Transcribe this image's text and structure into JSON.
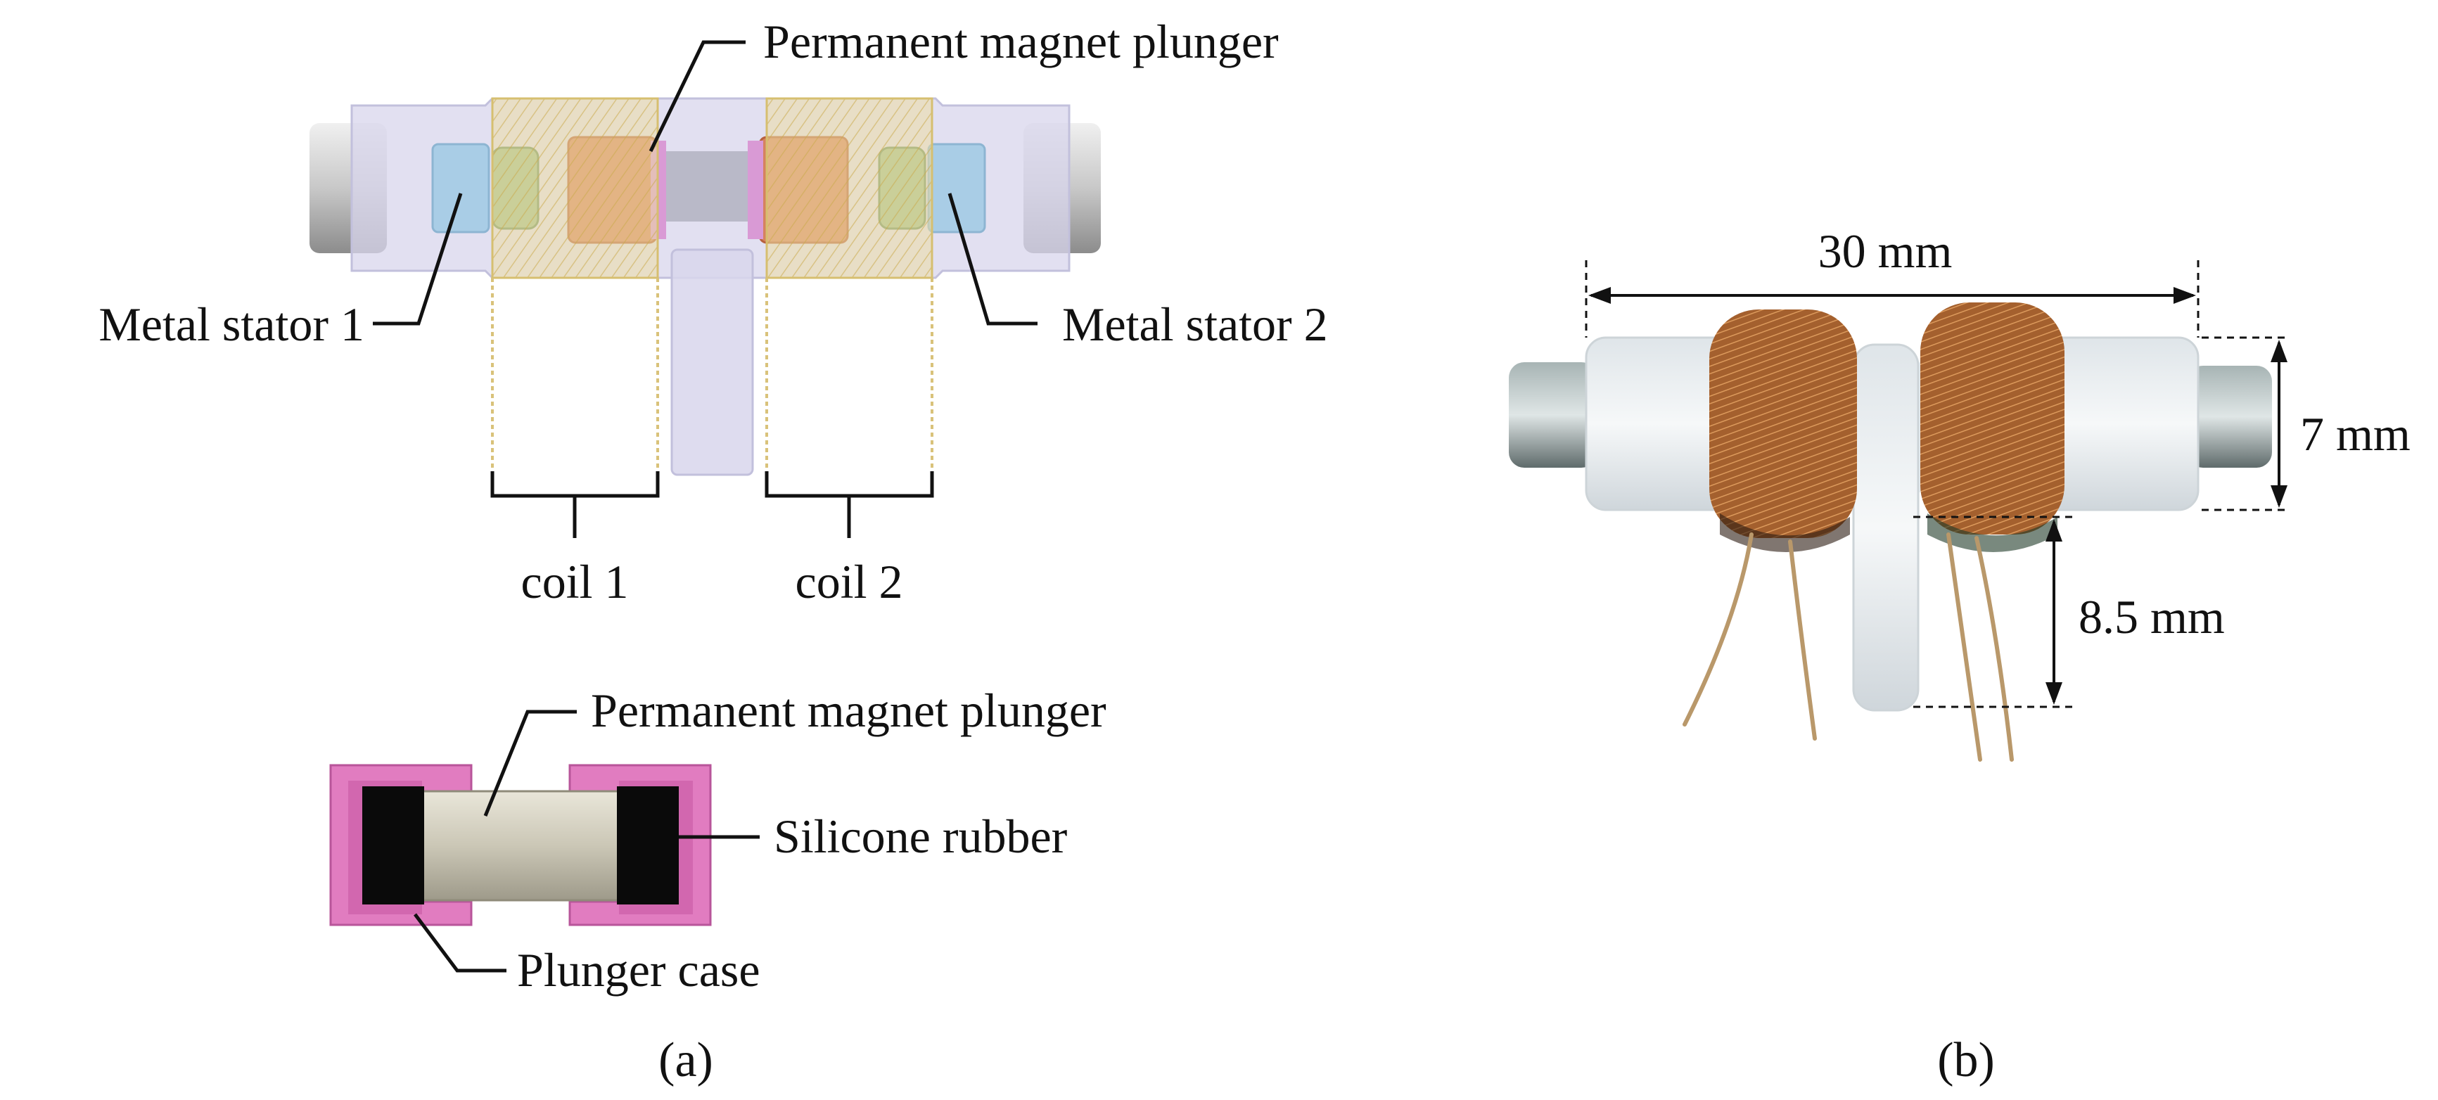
{
  "panel_a": {
    "top": {
      "magnet_label": "Permanent magnet plunger",
      "stator1_label": "Metal stator 1",
      "stator2_label": "Metal stator 2",
      "coil1_label": "coil 1",
      "coil2_label": "coil 2"
    },
    "bottom": {
      "magnet_label": "Permanent magnet plunger",
      "rubber_label": "Silicone rubber",
      "case_label": "Plunger case"
    },
    "caption": "(a)"
  },
  "panel_b": {
    "length_label": "30 mm",
    "diameter_label": "7 mm",
    "tube_label": "8.5 mm",
    "caption": "(b)"
  },
  "colors": {
    "tube": "#d8d6ec",
    "stator": "#a9cde6",
    "coil_winding": "#e6d08a",
    "magnet_copper": "#d6825f",
    "plunger_case": "#e17cc0",
    "silicone_rubber": "#0a0a0a",
    "real_coil": "#9a5a2c",
    "real_tube": "#eef2f4"
  }
}
